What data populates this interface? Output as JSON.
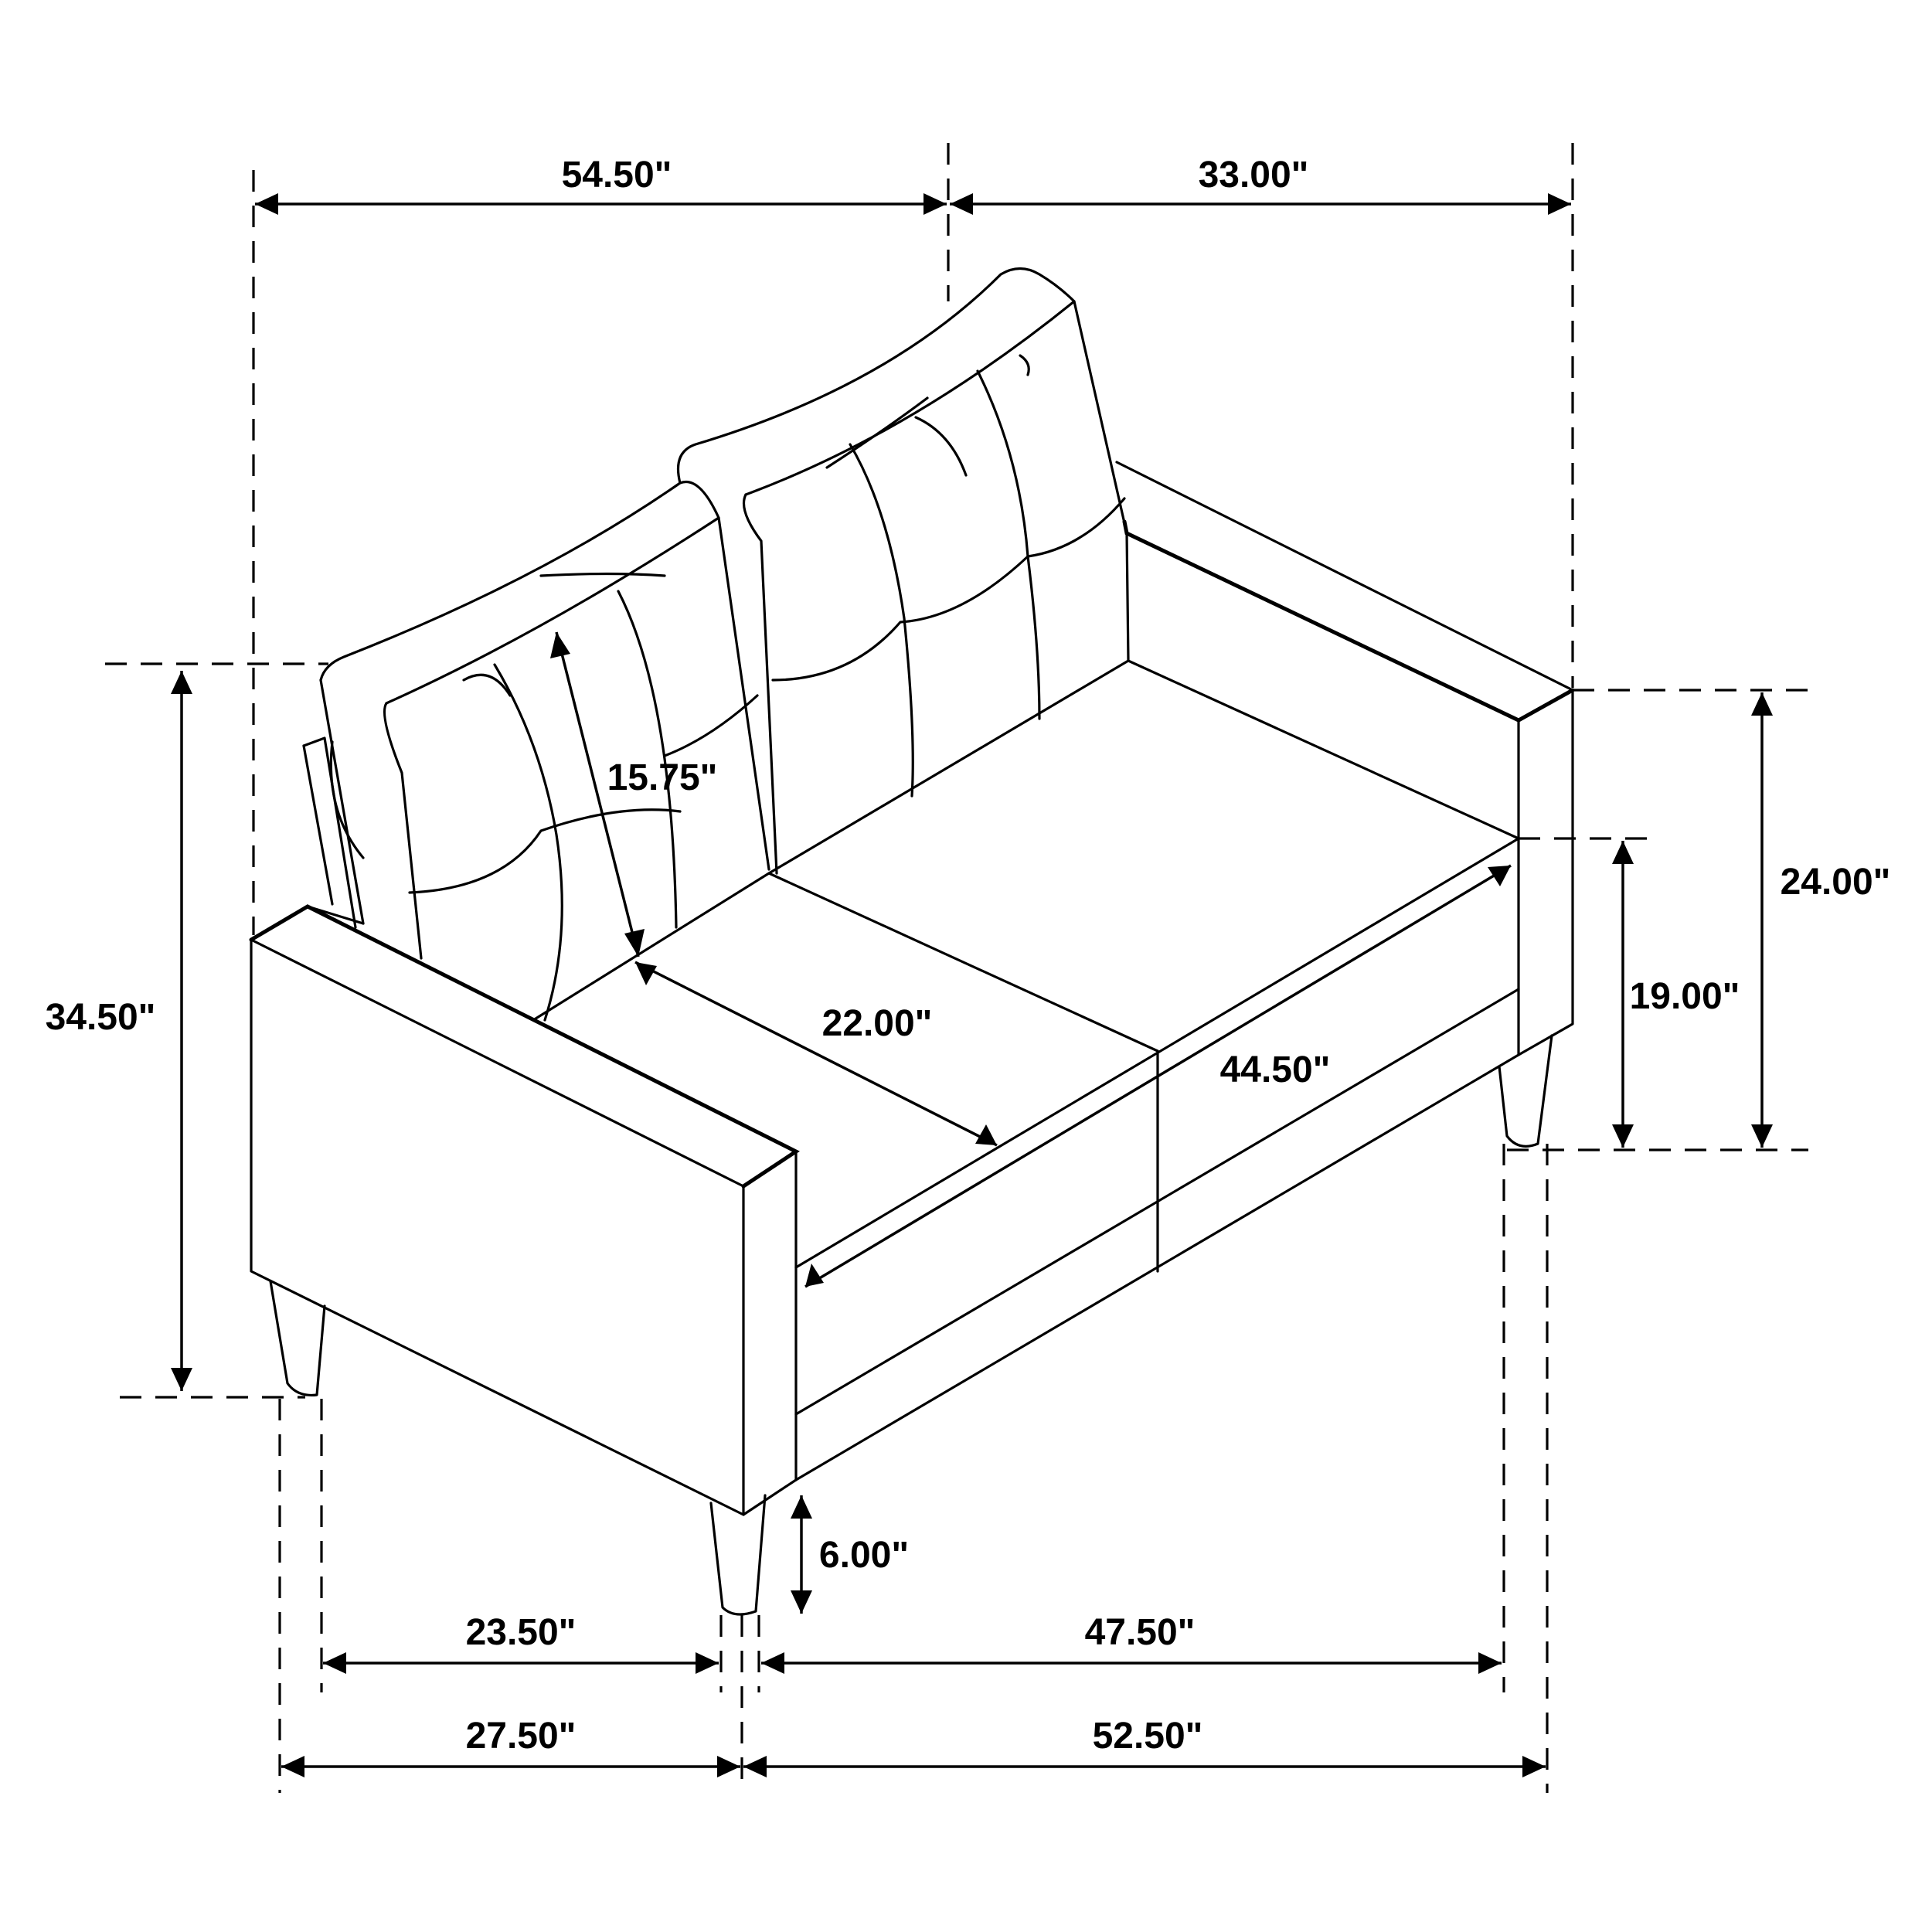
{
  "diagram": {
    "subject": "Loveseat dimension drawing",
    "stroke_color": "#000000",
    "background_color": "#ffffff",
    "dimensions": {
      "overall_width": "54.50\"",
      "overall_depth": "33.00\"",
      "overall_height": "34.50\"",
      "back_cushion_height": "15.75\"",
      "seat_depth": "22.00\"",
      "seat_width": "44.50\"",
      "arm_height": "24.00\"",
      "seat_height": "19.00\"",
      "leg_height": "6.00\"",
      "leg_span_side_inner": "23.50\"",
      "leg_span_front_inner": "47.50\"",
      "leg_span_side_outer": "27.50\"",
      "leg_span_front_outer": "52.50\""
    }
  }
}
